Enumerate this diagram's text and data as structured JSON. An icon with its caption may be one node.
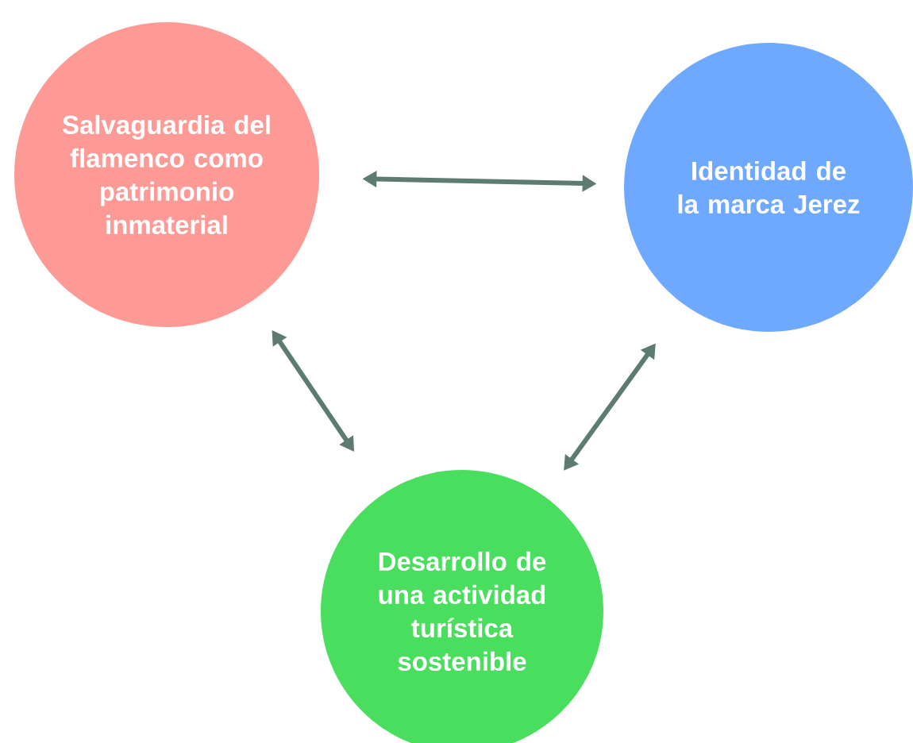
{
  "diagram": {
    "nodes": [
      {
        "text": [
          "Salvaguardia del flamenco como patrimonio inmaterial"
        ]
      },
      {
        "text": [
          "Identidad de la marca Jerez"
        ]
      },
      {
        "text": [
          "Desarrollo de una actividad turística sostenible"
        ]
      }
    ],
    "edges": [
      {
        "from": 0,
        "to": 1,
        "arrow": "both"
      },
      {
        "from": 0,
        "to": 2,
        "arrow": "both"
      },
      {
        "from": 1,
        "to": 2,
        "arrow": "both"
      }
    ]
  }
}
